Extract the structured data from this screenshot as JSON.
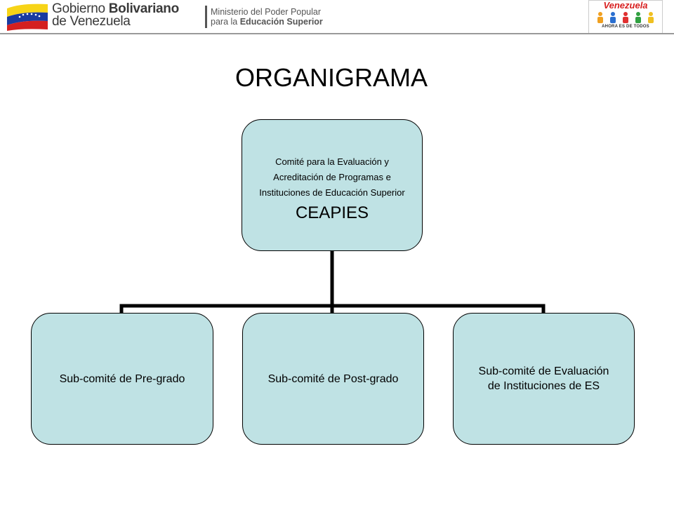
{
  "header": {
    "gov_name_bold1": "Gobierno",
    "gov_name_bold2": "Bolivariano",
    "gov_name_line2": "de Venezuela",
    "ministry_line1": "Ministerio del Poder Popular",
    "ministry_line2_prefix": "para la",
    "ministry_line2_bold": "Educación Superior",
    "logo_title": "Venezuela",
    "logo_tagline": "AHORA ES DE TODOS"
  },
  "title": "ORGANIGRAMA",
  "org": {
    "root": {
      "desc_line1": "Comité para la Evaluación y",
      "desc_line2": "Acreditación de Programas e",
      "desc_line3": "Instituciones de Educación Superior",
      "acronym": "CEAPIES"
    },
    "children": [
      {
        "label": "Sub-comité de Pre-grado"
      },
      {
        "label": "Sub-comité de Post-grado"
      },
      {
        "label_line1": "Sub-comité de Evaluación",
        "label_line2": "de Instituciones de ES"
      }
    ]
  },
  "colors": {
    "box_fill": "#bfe2e4",
    "connector": "#000000",
    "flag_yellow": "#f7d417",
    "flag_blue": "#1a3aa0",
    "flag_red": "#d42020"
  }
}
